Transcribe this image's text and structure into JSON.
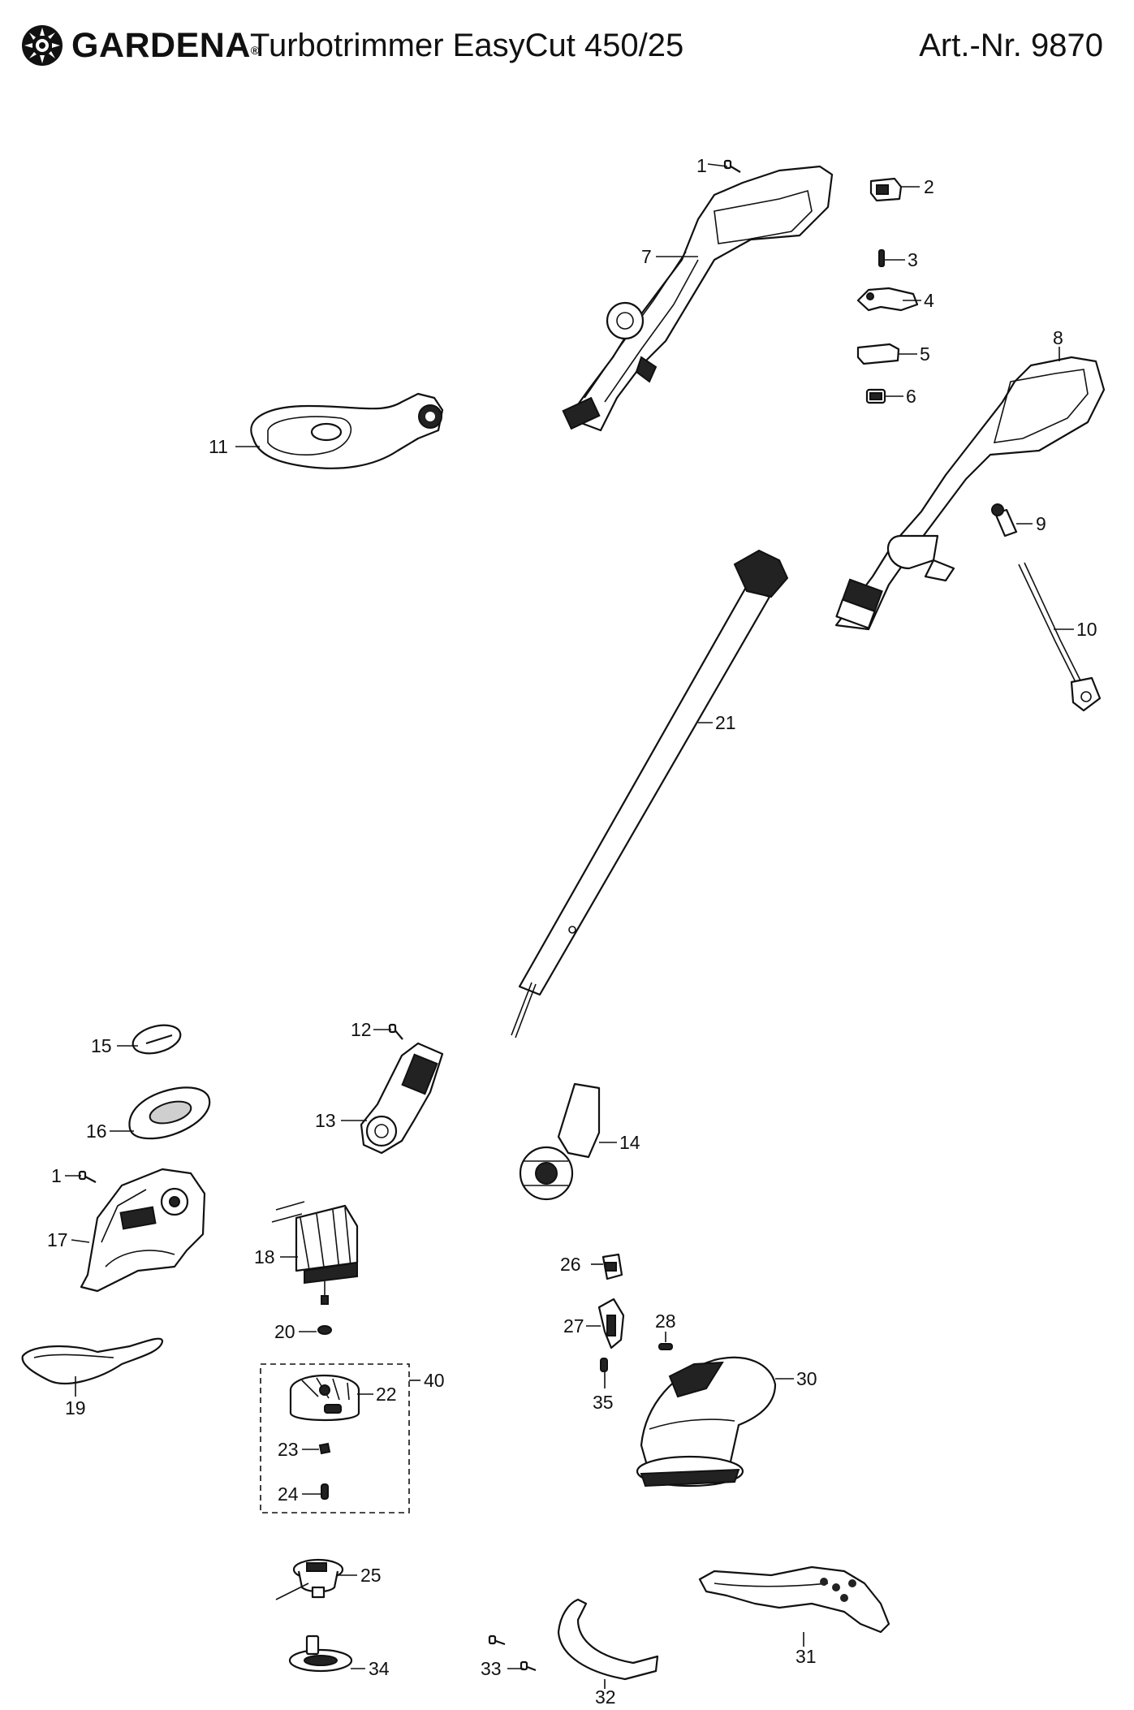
{
  "header": {
    "brand": "GARDENA",
    "brand_mark": "®",
    "product": "Turbotrimmer EasyCut 450/25",
    "article": "Art.-Nr. 9870"
  },
  "parts": [
    {
      "id": "1a",
      "label": "1"
    },
    {
      "id": "2",
      "label": "2"
    },
    {
      "id": "3",
      "label": "3"
    },
    {
      "id": "4",
      "label": "4"
    },
    {
      "id": "5",
      "label": "5"
    },
    {
      "id": "6",
      "label": "6"
    },
    {
      "id": "7",
      "label": "7"
    },
    {
      "id": "8",
      "label": "8"
    },
    {
      "id": "9",
      "label": "9"
    },
    {
      "id": "10",
      "label": "10"
    },
    {
      "id": "11",
      "label": "11"
    },
    {
      "id": "12",
      "label": "12"
    },
    {
      "id": "13",
      "label": "13"
    },
    {
      "id": "14",
      "label": "14"
    },
    {
      "id": "15",
      "label": "15"
    },
    {
      "id": "16",
      "label": "16"
    },
    {
      "id": "1b",
      "label": "1"
    },
    {
      "id": "17",
      "label": "17"
    },
    {
      "id": "18",
      "label": "18"
    },
    {
      "id": "19",
      "label": "19"
    },
    {
      "id": "20",
      "label": "20"
    },
    {
      "id": "21",
      "label": "21"
    },
    {
      "id": "22",
      "label": "22"
    },
    {
      "id": "23",
      "label": "23"
    },
    {
      "id": "24",
      "label": "24"
    },
    {
      "id": "25",
      "label": "25"
    },
    {
      "id": "26",
      "label": "26"
    },
    {
      "id": "27",
      "label": "27"
    },
    {
      "id": "28",
      "label": "28"
    },
    {
      "id": "30",
      "label": "30"
    },
    {
      "id": "31",
      "label": "31"
    },
    {
      "id": "32",
      "label": "32"
    },
    {
      "id": "33",
      "label": "33"
    },
    {
      "id": "34",
      "label": "34"
    },
    {
      "id": "35",
      "label": "35"
    },
    {
      "id": "40",
      "label": "40"
    }
  ],
  "icons": {
    "logo": "gardena-flower-logo"
  }
}
